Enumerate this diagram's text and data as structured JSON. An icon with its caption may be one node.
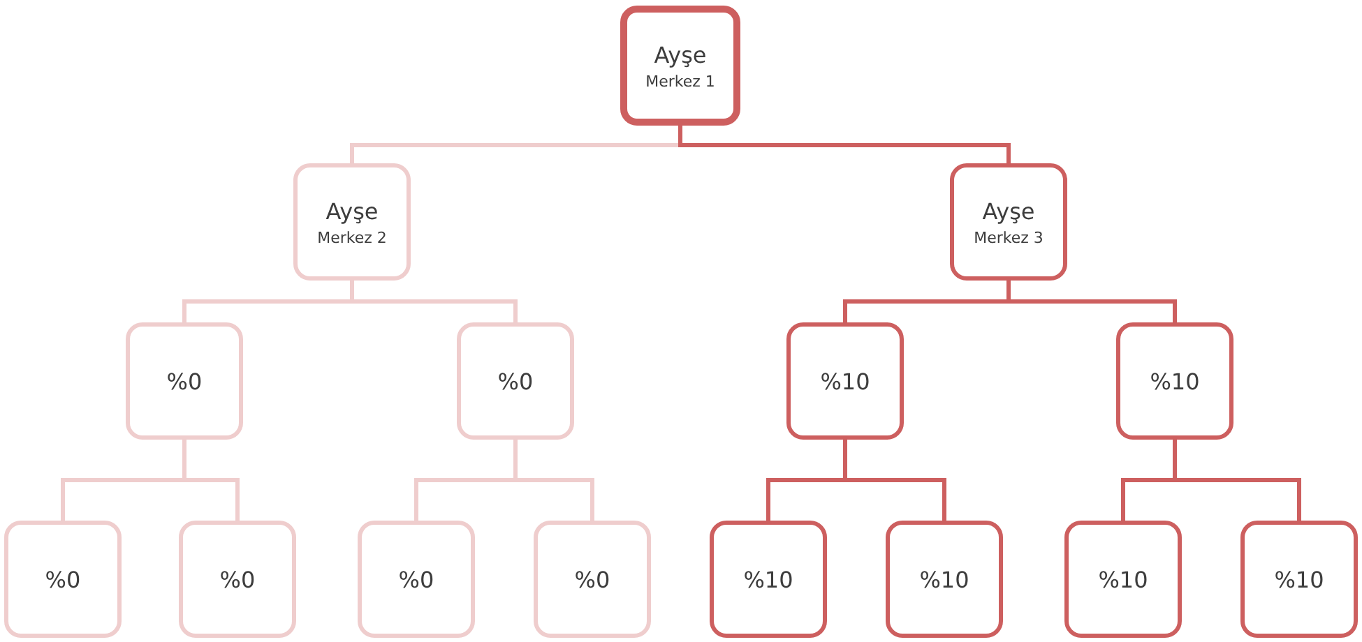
{
  "diagram": {
    "nodes": [
      {
        "text": [
          "Ayşe",
          "Merkez 1"
        ]
      },
      {
        "text": [
          "Ayşe",
          "Merkez 2"
        ]
      },
      {
        "text": [
          "Ayşe",
          "Merkez 3"
        ]
      },
      {
        "text": [
          "%0"
        ]
      },
      {
        "text": [
          "%0"
        ]
      },
      {
        "text": [
          "%10"
        ]
      },
      {
        "text": [
          "%10"
        ]
      },
      {
        "text": [
          "%0"
        ]
      },
      {
        "text": [
          "%0"
        ]
      },
      {
        "text": [
          "%0"
        ]
      },
      {
        "text": [
          "%0"
        ]
      },
      {
        "text": [
          "%10"
        ]
      },
      {
        "text": [
          "%10"
        ]
      },
      {
        "text": [
          "%10"
        ]
      },
      {
        "text": [
          "%10"
        ]
      }
    ],
    "edges": [
      {
        "from": 0,
        "to": 1,
        "arrow": "none",
        "color": "#efcdcd"
      },
      {
        "from": 0,
        "to": 2,
        "arrow": "none",
        "color": "#cd5f5f"
      },
      {
        "from": 1,
        "to": 3,
        "arrow": "none",
        "color": "#efcdcd"
      },
      {
        "from": 1,
        "to": 4,
        "arrow": "none",
        "color": "#efcdcd"
      },
      {
        "from": 2,
        "to": 5,
        "arrow": "none",
        "color": "#cd5f5f"
      },
      {
        "from": 2,
        "to": 6,
        "arrow": "none",
        "color": "#cd5f5f"
      },
      {
        "from": 3,
        "to": 7,
        "arrow": "none",
        "color": "#efcdcd"
      },
      {
        "from": 3,
        "to": 8,
        "arrow": "none",
        "color": "#efcdcd"
      },
      {
        "from": 4,
        "to": 9,
        "arrow": "none",
        "color": "#efcdcd"
      },
      {
        "from": 4,
        "to": 10,
        "arrow": "none",
        "color": "#efcdcd"
      },
      {
        "from": 5,
        "to": 11,
        "arrow": "none",
        "color": "#cd5f5f"
      },
      {
        "from": 5,
        "to": 12,
        "arrow": "none",
        "color": "#cd5f5f"
      },
      {
        "from": 6,
        "to": 13,
        "arrow": "none",
        "color": "#cd5f5f"
      },
      {
        "from": 6,
        "to": 14,
        "arrow": "none",
        "color": "#cd5f5f"
      }
    ]
  }
}
